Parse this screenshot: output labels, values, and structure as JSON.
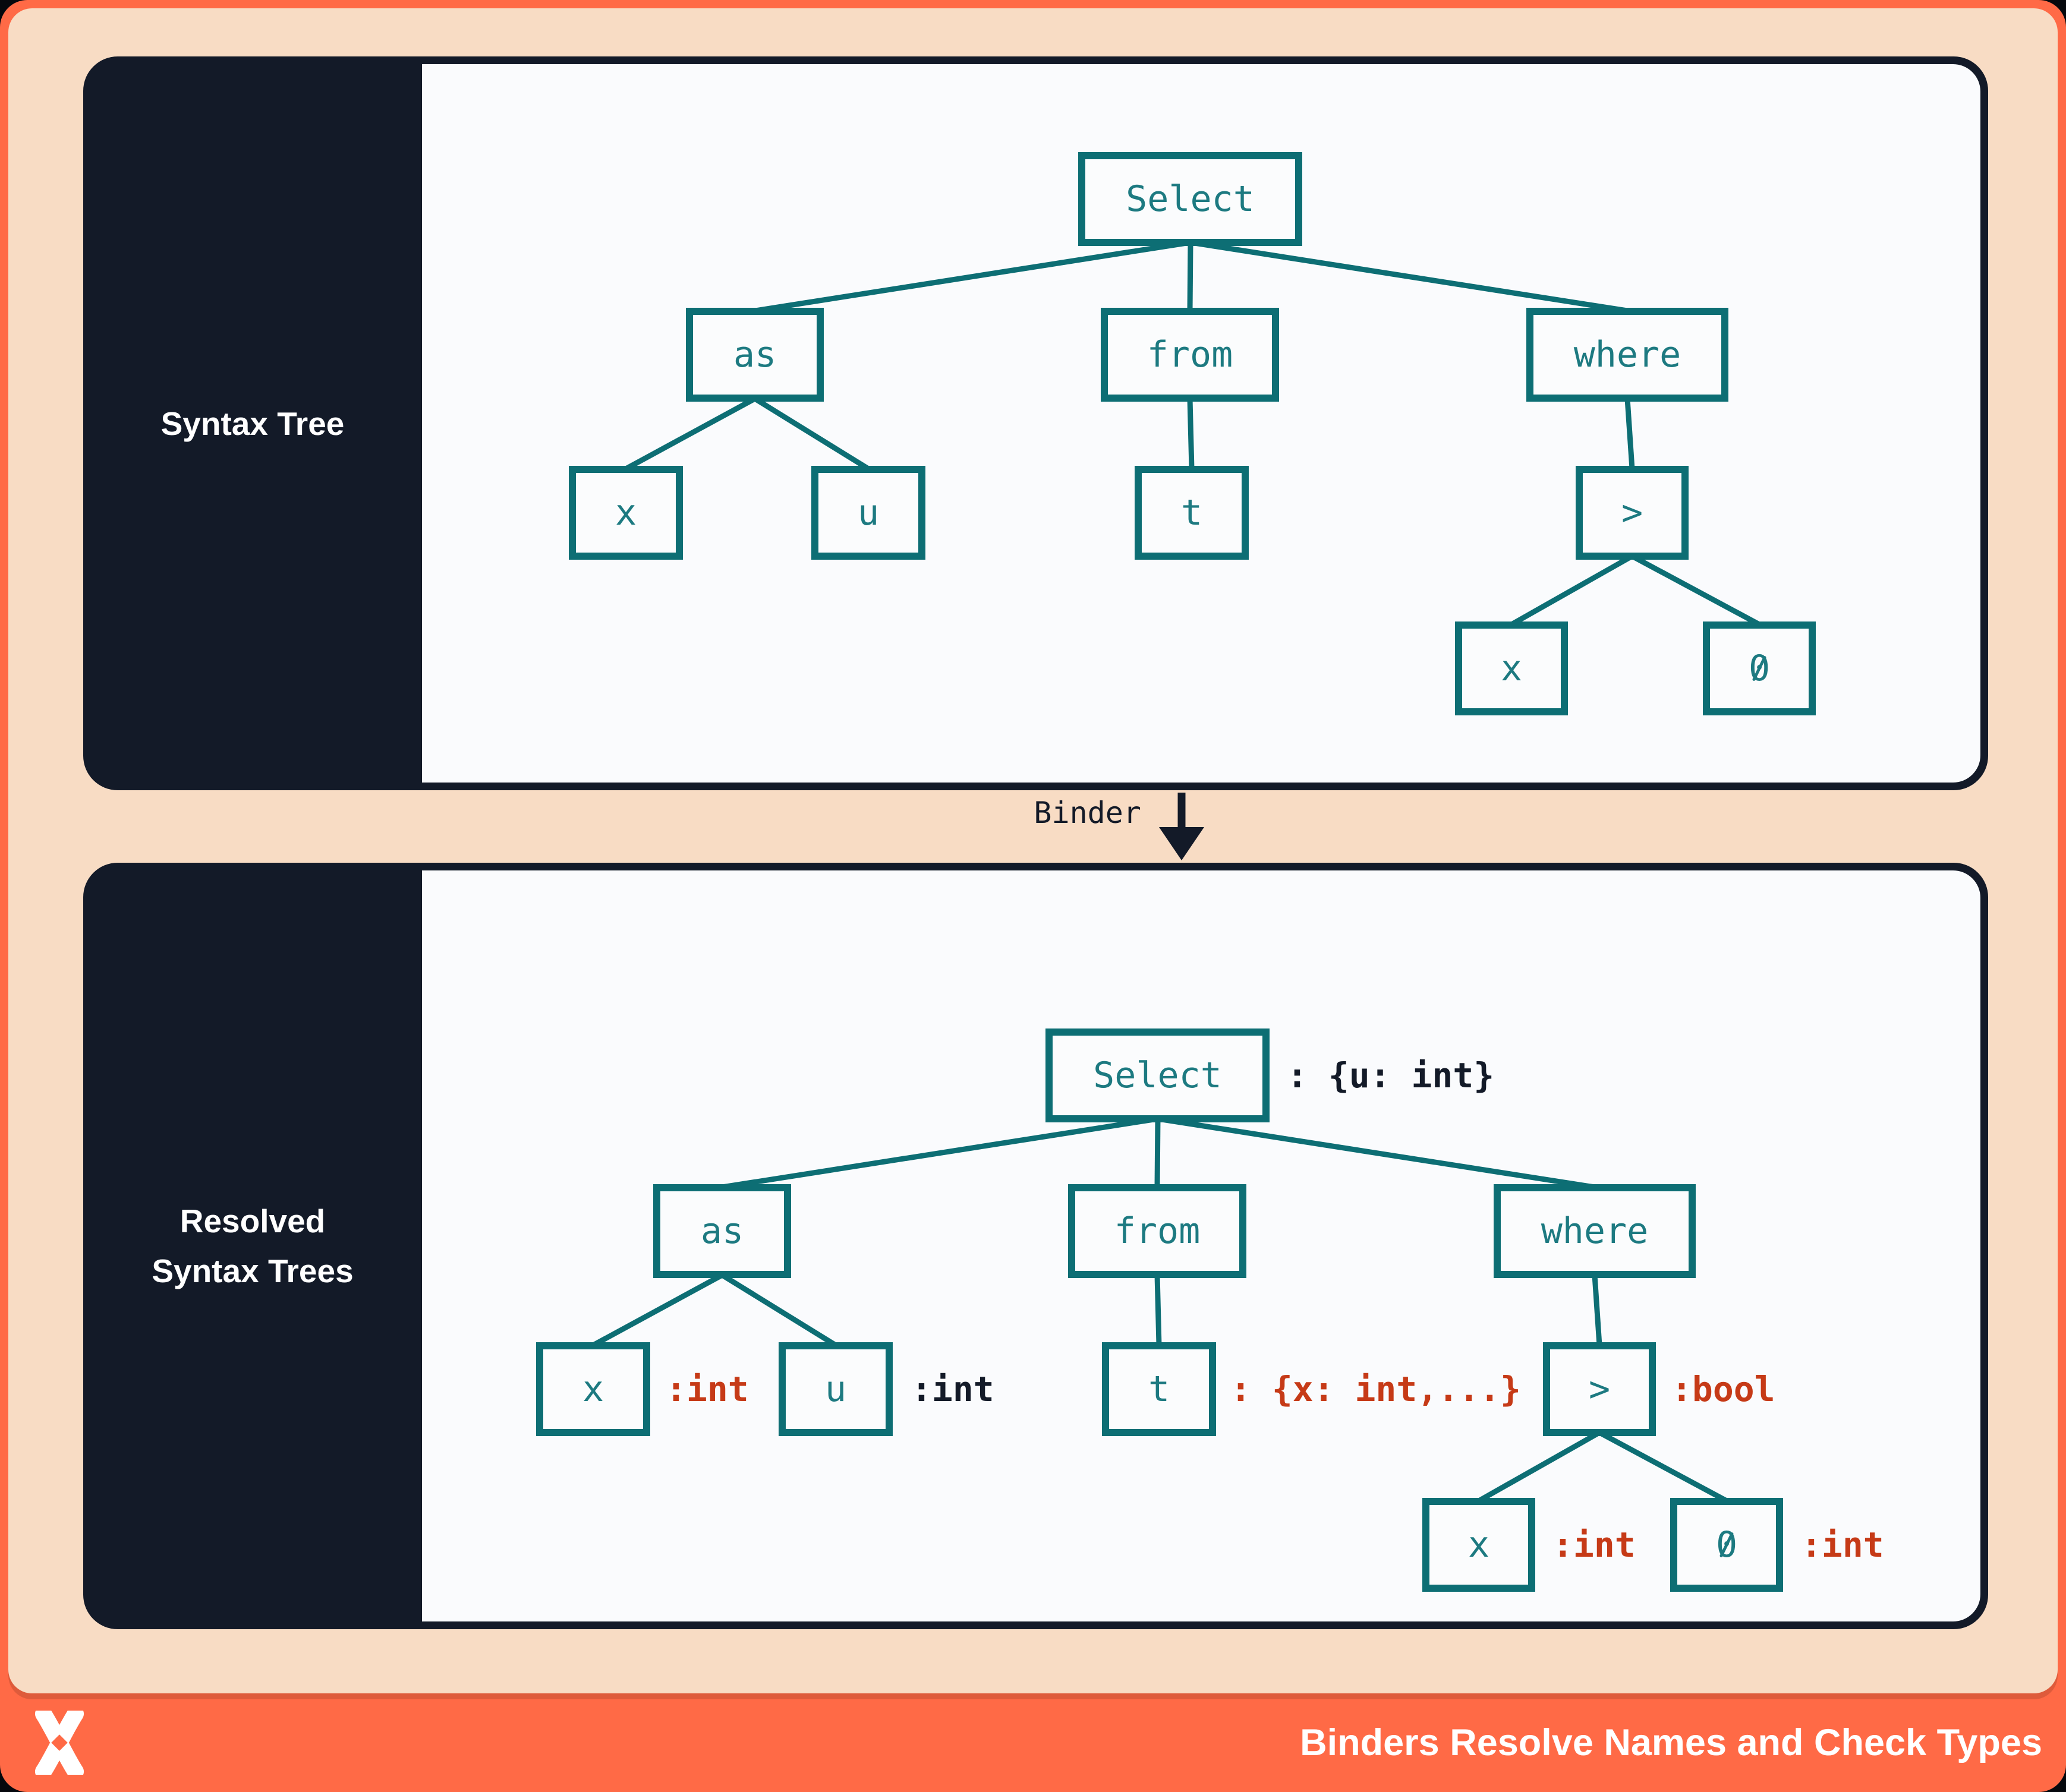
{
  "colors": {
    "frame_orange": "#ff6a46",
    "panel_peach": "#f8dcc4",
    "card_dark_navy": "#131a28",
    "canvas_white": "#fafbfd",
    "node_teal": "#0d6e74",
    "node_text_teal": "#1d7a81",
    "annotation_red": "#c63a17",
    "annotation_dark": "#131a28"
  },
  "panels": {
    "syntax": {
      "sidebar_label": "Syntax Tree"
    },
    "resolved": {
      "sidebar_label_line1": "Resolved",
      "sidebar_label_line2": "Syntax Trees"
    }
  },
  "binder": {
    "label": "Binder"
  },
  "footer": {
    "title": "Binders Resolve Names and Check Types",
    "logo": "x-mark-logo"
  },
  "trees": {
    "syntax_tree": {
      "nodes": {
        "select": "Select",
        "as": "as",
        "x_left": "x",
        "u": "u",
        "from": "from",
        "t": "t",
        "where": "where",
        "gt": ">",
        "x_right": "x",
        "zero": "0"
      }
    },
    "resolved_tree": {
      "nodes": {
        "select": "Select",
        "as": "as",
        "x_left": "x",
        "u": "u",
        "from": "from",
        "t": "t",
        "where": "where",
        "gt": ">",
        "x_right": "x",
        "zero": "0"
      },
      "annotations": {
        "select": ": {u: int}",
        "x_left": ":int",
        "u": ":int",
        "t": ": {x: int,...}",
        "gt": ":bool",
        "x_right": ":int",
        "zero": ":int"
      }
    }
  }
}
